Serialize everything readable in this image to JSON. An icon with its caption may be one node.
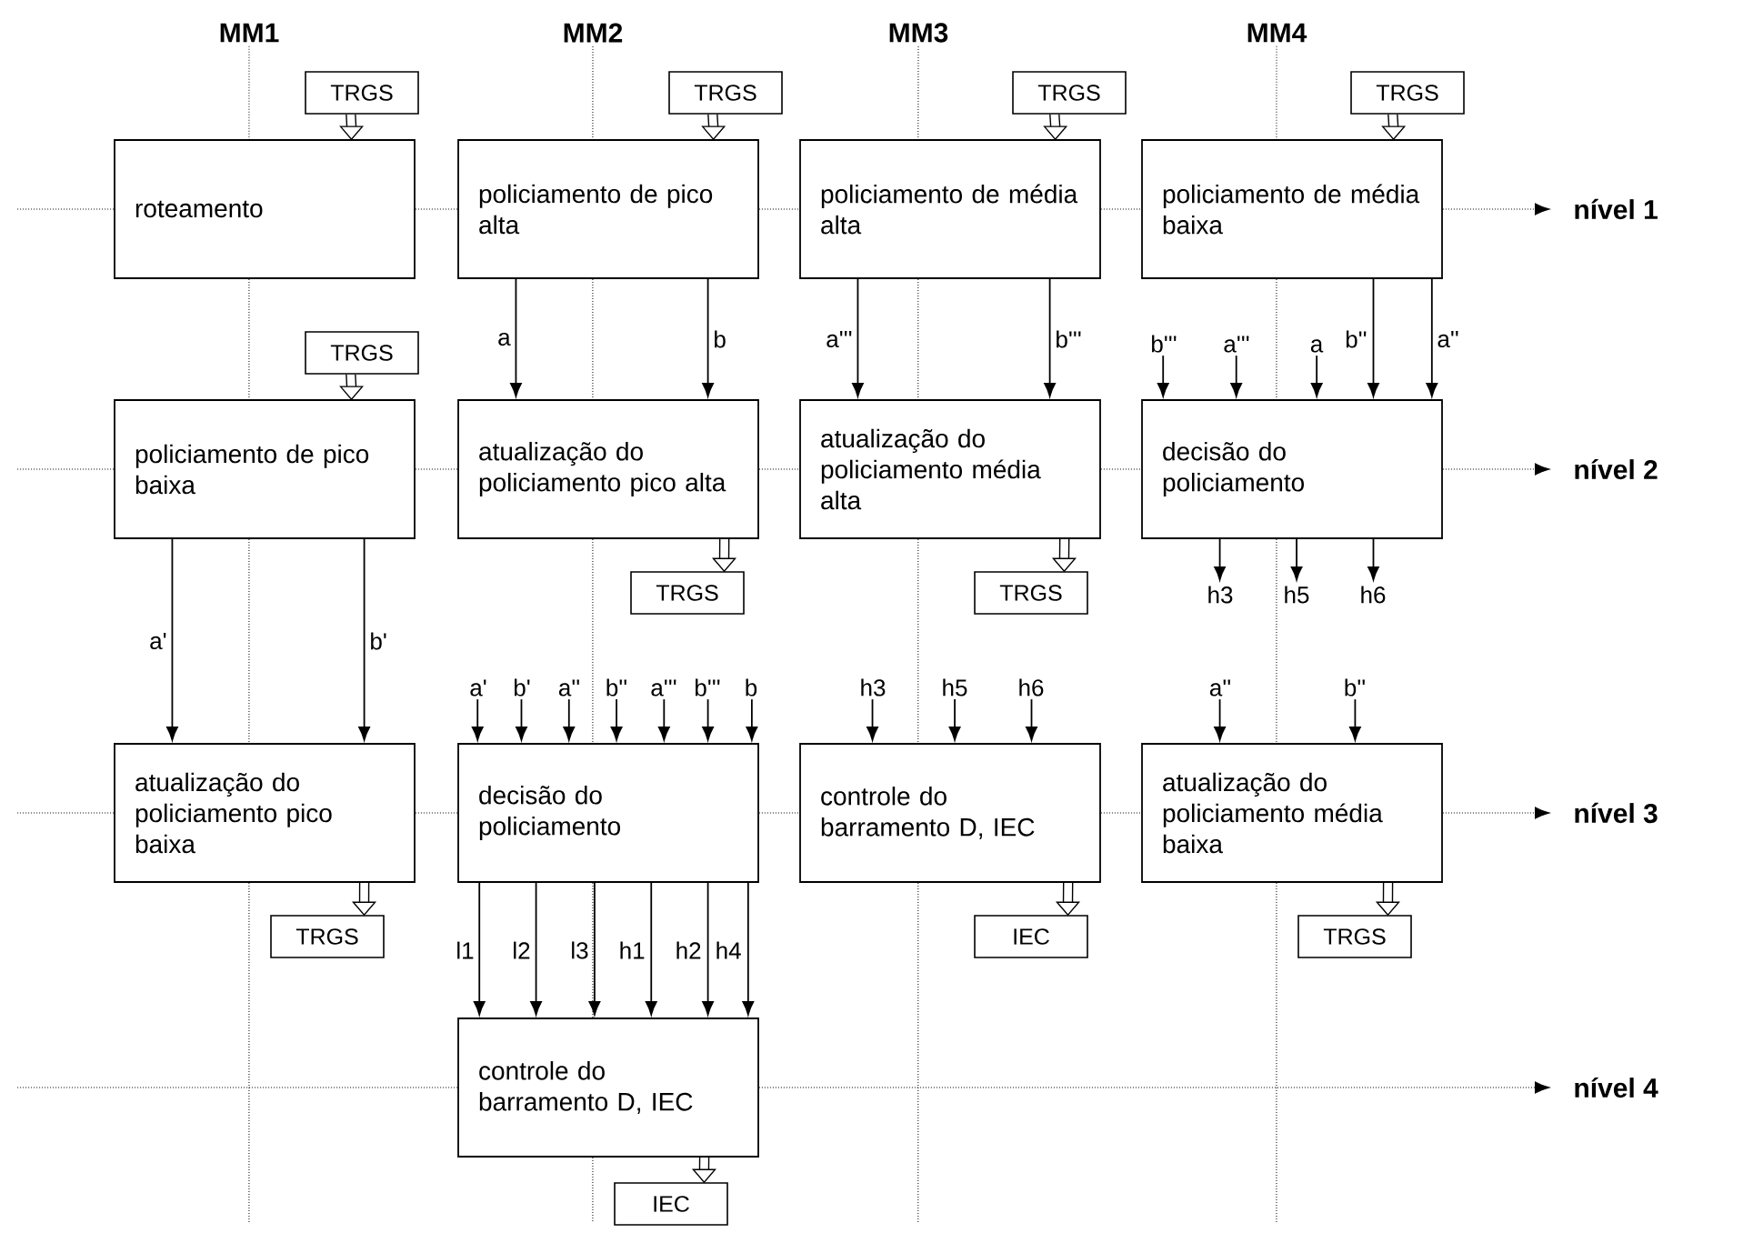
{
  "diagram": {
    "nodes": [
      {
        "text": [
          "roteamento"
        ]
      },
      {
        "text": [
          "policiamento de pico alta"
        ]
      },
      {
        "text": [
          "policiamento de média alta"
        ]
      },
      {
        "text": [
          "policiamento de média baixa"
        ]
      },
      {
        "text": [
          "policiamento de pico baixa"
        ]
      },
      {
        "text": [
          "atualização do policiamento pico alta"
        ]
      },
      {
        "text": [
          "atualização do policiamento média alta"
        ]
      },
      {
        "text": [
          "decisão do policiamento"
        ]
      },
      {
        "text": [
          "atualização do policiamento pico baixa"
        ]
      },
      {
        "text": [
          "decisão do policiamento"
        ]
      },
      {
        "text": [
          "controle do barramento D, IEC"
        ]
      },
      {
        "text": [
          "atualização do policiamento média baixa"
        ]
      },
      {
        "text": [
          "controle do barramento D, IEC"
        ]
      },
      {
        "text": [
          "TRGS"
        ]
      },
      {
        "text": [
          "TRGS"
        ]
      },
      {
        "text": [
          "TRGS"
        ]
      },
      {
        "text": [
          "TRGS"
        ]
      },
      {
        "text": [
          "TRGS"
        ]
      },
      {
        "text": [
          "TRGS"
        ]
      },
      {
        "text": [
          "TRGS"
        ]
      },
      {
        "text": [
          "TRGS"
        ]
      },
      {
        "text": [
          "IEC"
        ]
      },
      {
        "text": [
          "TRGS"
        ]
      },
      {
        "text": [
          "IEC"
        ]
      },
      {
        "text": [
          "nível 1"
        ]
      },
      {
        "text": [
          "nível 2"
        ]
      },
      {
        "text": [
          "nível 3"
        ]
      },
      {
        "text": [
          "nível 4"
        ]
      },
      {
        "text": [
          "MM1"
        ]
      },
      {
        "text": [
          "MM2"
        ]
      },
      {
        "text": [
          "MM3"
        ]
      },
      {
        "text": [
          "MM4"
        ]
      }
    ],
    "edges": [
      {
        "from": 1,
        "to": 5,
        "arrow": "to",
        "label": "a"
      },
      {
        "from": 1,
        "to": 5,
        "arrow": "to",
        "label": "b"
      },
      {
        "from": 2,
        "to": 6,
        "arrow": "to",
        "label": "a'''"
      },
      {
        "from": 2,
        "to": 6,
        "arrow": "to",
        "label": "b'''"
      },
      {
        "from": 3,
        "to": 7,
        "arrow": "to",
        "label": "b''"
      },
      {
        "from": 3,
        "to": 7,
        "arrow": "to",
        "label": "a''"
      },
      {
        "from": null,
        "to": 7,
        "arrow": "to",
        "label": "b'''"
      },
      {
        "from": null,
        "to": 7,
        "arrow": "to",
        "label": "a'''"
      },
      {
        "from": null,
        "to": 7,
        "arrow": "to",
        "label": "a"
      },
      {
        "from": 4,
        "to": 8,
        "arrow": "to",
        "label": "a'"
      },
      {
        "from": 4,
        "to": 8,
        "arrow": "to",
        "label": "b'"
      },
      {
        "from": null,
        "to": 9,
        "arrow": "to",
        "label": "a'"
      },
      {
        "from": null,
        "to": 9,
        "arrow": "to",
        "label": "b'"
      },
      {
        "from": null,
        "to": 9,
        "arrow": "to",
        "label": "a''"
      },
      {
        "from": null,
        "to": 9,
        "arrow": "to",
        "label": "b''"
      },
      {
        "from": null,
        "to": 9,
        "arrow": "to",
        "label": "a'''"
      },
      {
        "from": null,
        "to": 9,
        "arrow": "to",
        "label": "b'''"
      },
      {
        "from": null,
        "to": 9,
        "arrow": "to",
        "label": "b"
      },
      {
        "from": 9,
        "to": 12,
        "arrow": "to",
        "label": "l1"
      },
      {
        "from": 9,
        "to": 12,
        "arrow": "to",
        "label": "l2"
      },
      {
        "from": 9,
        "to": 12,
        "arrow": "to",
        "label": "l3"
      },
      {
        "from": 9,
        "to": 12,
        "arrow": "to",
        "label": "h1"
      },
      {
        "from": 9,
        "to": 12,
        "arrow": "to",
        "label": "h2"
      },
      {
        "from": 9,
        "to": 12,
        "arrow": "to",
        "label": "h4"
      },
      {
        "from": 7,
        "to": null,
        "arrow": "to",
        "label": "h3"
      },
      {
        "from": 7,
        "to": null,
        "arrow": "to",
        "label": "h5"
      },
      {
        "from": 7,
        "to": null,
        "arrow": "to",
        "label": "h6"
      },
      {
        "from": null,
        "to": 10,
        "arrow": "to",
        "label": "h3"
      },
      {
        "from": null,
        "to": 10,
        "arrow": "to",
        "label": "h5"
      },
      {
        "from": null,
        "to": 10,
        "arrow": "to",
        "label": "h6"
      },
      {
        "from": null,
        "to": 11,
        "arrow": "to",
        "label": "a''"
      },
      {
        "from": null,
        "to": 11,
        "arrow": "to",
        "label": "b''"
      },
      {
        "from": 13,
        "to": 0,
        "arrow": "to"
      },
      {
        "from": 14,
        "to": 1,
        "arrow": "to"
      },
      {
        "from": 15,
        "to": 2,
        "arrow": "to"
      },
      {
        "from": 16,
        "to": 3,
        "arrow": "to"
      },
      {
        "from": 17,
        "to": 4,
        "arrow": "to"
      },
      {
        "from": 5,
        "to": 18,
        "arrow": "to"
      },
      {
        "from": 6,
        "to": 19,
        "arrow": "to"
      },
      {
        "from": 8,
        "to": 20,
        "arrow": "to"
      },
      {
        "from": 10,
        "to": 21,
        "arrow": "to"
      },
      {
        "from": 11,
        "to": 22,
        "arrow": "to"
      },
      {
        "from": 12,
        "to": 23,
        "arrow": "to"
      },
      {
        "from": null,
        "to": 0,
        "arrow": "none",
        "style": "dashed"
      },
      {
        "from": 0,
        "to": 1,
        "arrow": "none",
        "style": "dashed"
      },
      {
        "from": 1,
        "to": 2,
        "arrow": "none",
        "style": "dashed"
      },
      {
        "from": 2,
        "to": 3,
        "arrow": "none",
        "style": "dashed"
      },
      {
        "from": 3,
        "to": 24,
        "arrow": "to",
        "style": "dashed"
      },
      {
        "from": null,
        "to": 4,
        "arrow": "none",
        "style": "dashed"
      },
      {
        "from": 4,
        "to": 5,
        "arrow": "none",
        "style": "dashed"
      },
      {
        "from": 5,
        "to": 6,
        "arrow": "none",
        "style": "dashed"
      },
      {
        "from": 6,
        "to": 7,
        "arrow": "none",
        "style": "dashed"
      },
      {
        "from": 7,
        "to": 25,
        "arrow": "to",
        "style": "dashed"
      },
      {
        "from": null,
        "to": 8,
        "arrow": "none",
        "style": "dashed"
      },
      {
        "from": 8,
        "to": 9,
        "arrow": "none",
        "style": "dashed"
      },
      {
        "from": 9,
        "to": 10,
        "arrow": "none",
        "style": "dashed"
      },
      {
        "from": 10,
        "to": 11,
        "arrow": "none",
        "style": "dashed"
      },
      {
        "from": 11,
        "to": 26,
        "arrow": "to",
        "style": "dashed"
      },
      {
        "from": null,
        "to": 12,
        "arrow": "none",
        "style": "dashed"
      },
      {
        "from": 12,
        "to": 27,
        "arrow": "to",
        "style": "dashed"
      },
      {
        "from": 28,
        "to": 0,
        "arrow": "none",
        "style": "dashed"
      },
      {
        "from": 0,
        "to": 4,
        "arrow": "none",
        "style": "dashed"
      },
      {
        "from": 4,
        "to": 8,
        "arrow": "none",
        "style": "dashed"
      },
      {
        "from": 8,
        "to": null,
        "arrow": "none",
        "style": "dashed"
      },
      {
        "from": 29,
        "to": 1,
        "arrow": "none",
        "style": "dashed"
      },
      {
        "from": 1,
        "to": 5,
        "arrow": "none",
        "style": "dashed"
      },
      {
        "from": 5,
        "to": 9,
        "arrow": "none",
        "style": "dashed"
      },
      {
        "from": 9,
        "to": 12,
        "arrow": "none",
        "style": "dashed"
      },
      {
        "from": 12,
        "to": null,
        "arrow": "none",
        "style": "dashed"
      },
      {
        "from": 30,
        "to": 2,
        "arrow": "none",
        "style": "dashed"
      },
      {
        "from": 2,
        "to": 6,
        "arrow": "none",
        "style": "dashed"
      },
      {
        "from": 6,
        "to": 10,
        "arrow": "none",
        "style": "dashed"
      },
      {
        "from": 10,
        "to": null,
        "arrow": "none",
        "style": "dashed"
      },
      {
        "from": 31,
        "to": 3,
        "arrow": "none",
        "style": "dashed"
      },
      {
        "from": 3,
        "to": 7,
        "arrow": "none",
        "style": "dashed"
      },
      {
        "from": 7,
        "to": 11,
        "arrow": "none",
        "style": "dashed"
      },
      {
        "from": 11,
        "to": null,
        "arrow": "none",
        "style": "dashed"
      }
    ]
  }
}
